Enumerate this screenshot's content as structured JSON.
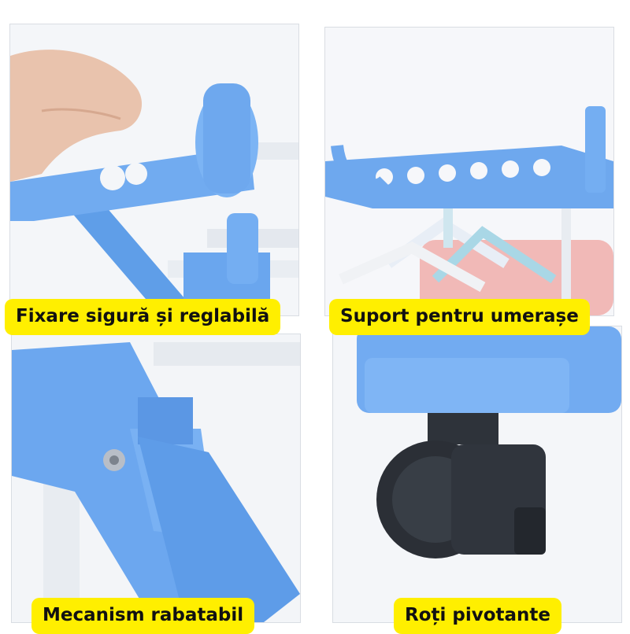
{
  "captions": {
    "top_left": "Fixare sigură și reglabilă",
    "top_right": "Suport pentru umerașe",
    "bottom_left": "Mecanism rabatabil",
    "bottom_right": "Roți pivotante"
  },
  "colors": {
    "caption_background": "#ffef00",
    "caption_text": "#111111",
    "plastic_blue": "#6fa9ef",
    "white_tube": "#eef1f5",
    "wheel": "#2b2f36"
  }
}
